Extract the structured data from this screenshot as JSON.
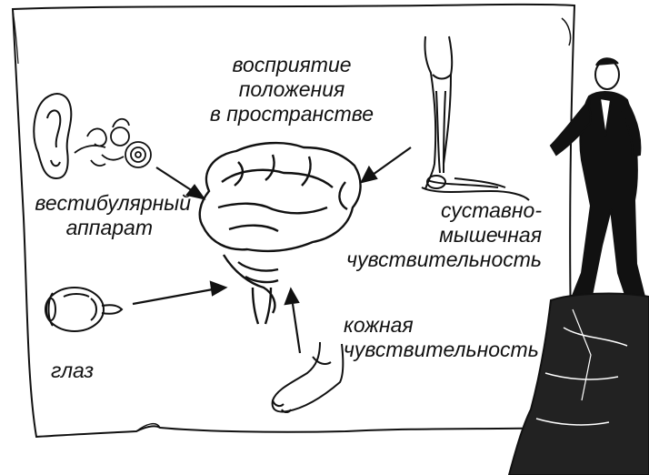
{
  "labels": {
    "perception": [
      "восприятие",
      "положения",
      "в пространстве"
    ],
    "vestibular": [
      "вестибулярный",
      "аппарат"
    ],
    "joint_muscle": [
      "суставно-",
      "мышечная",
      "чувствительность"
    ],
    "skin": [
      "кожная",
      "чувствительность"
    ],
    "eye": "глаз"
  },
  "icons": [
    "ear-icon",
    "inner-ear-icon",
    "eye-icon",
    "leg-bones-icon",
    "foot-icon",
    "brain-icon",
    "walking-man-icon",
    "cliff-icon"
  ],
  "colors": {
    "ink": "#111111",
    "paper": "#ffffff"
  }
}
